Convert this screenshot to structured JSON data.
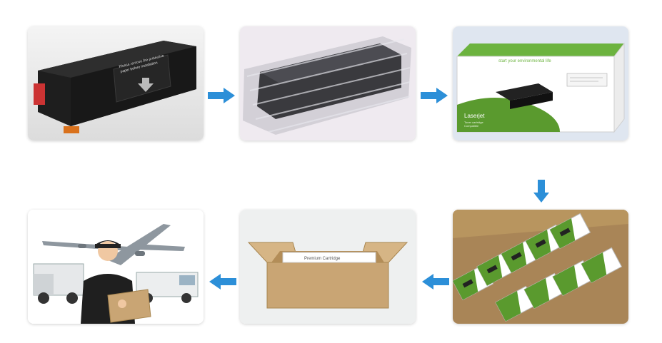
{
  "steps": [
    {
      "name": "toner-cartridge",
      "label_lines": [
        "Please remove the protective",
        "paper before installation"
      ]
    },
    {
      "name": "bubble-bag"
    },
    {
      "name": "retail-box",
      "tagline": "start your environmental life",
      "brand": "Laserjet",
      "sub_lines": [
        "Toner cartridge",
        "Compatible"
      ]
    },
    {
      "name": "boxes-in-carton"
    },
    {
      "name": "shipping-carton",
      "insert_text": "Premium Cartridge"
    },
    {
      "name": "global-delivery"
    }
  ],
  "colors": {
    "arrow": "#2c8fd8",
    "box_green": "#5a9a2e",
    "cardboard": "#c9a574"
  },
  "arrows": [
    "arrow-right-icon",
    "arrow-right-icon",
    "arrow-down-icon",
    "arrow-left-icon",
    "arrow-left-icon"
  ]
}
